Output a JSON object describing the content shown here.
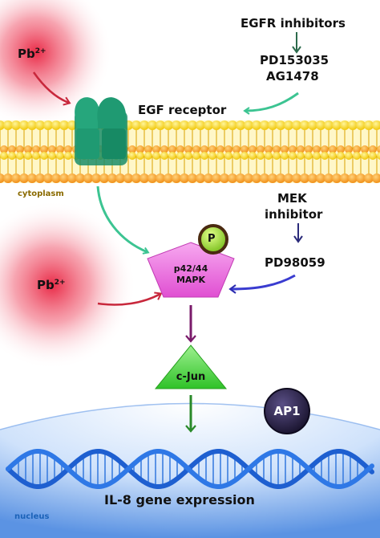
{
  "egfr_inhibitors": {
    "heading": "EGFR inhibitors",
    "drug_1": "PD153035",
    "drug_2": "AG1478"
  },
  "receptor": {
    "label": "EGF receptor"
  },
  "compartments": {
    "cytoplasm": "cytoplasm",
    "nucleus": "nucleus"
  },
  "lead": {
    "symbol": "Pb",
    "charge": "2+"
  },
  "mek_inhibitor": {
    "heading_line_1": "MEK",
    "heading_line_2": "inhibitor",
    "drug": "PD98059"
  },
  "mapk": {
    "line_1": "p42/44",
    "line_2": "MAPK",
    "phospho": "P"
  },
  "cjun": {
    "label": "c-Jun"
  },
  "ap1": {
    "label": "AP1"
  },
  "outcome": {
    "label": "IL-8 gene expression"
  },
  "colors": {
    "egfr_arrow": "#3cc492",
    "receptor": "#1fa07a",
    "pb_glow": "#ee2244",
    "pb_arrow": "#d84a5a",
    "mek_arrow": "#3a3cd0",
    "mapk": "#ee66e0",
    "mapk_arrow": "#7a1a6a",
    "cjun": "#3ed33a",
    "cjun_arrow": "#2a8a2a",
    "ap1": "#2e2450",
    "phospho": "#b3e73a",
    "dna": "#2b6fd8",
    "cytoplasm_text": "#8a6a00",
    "nucleus_text": "#1b62b8"
  }
}
